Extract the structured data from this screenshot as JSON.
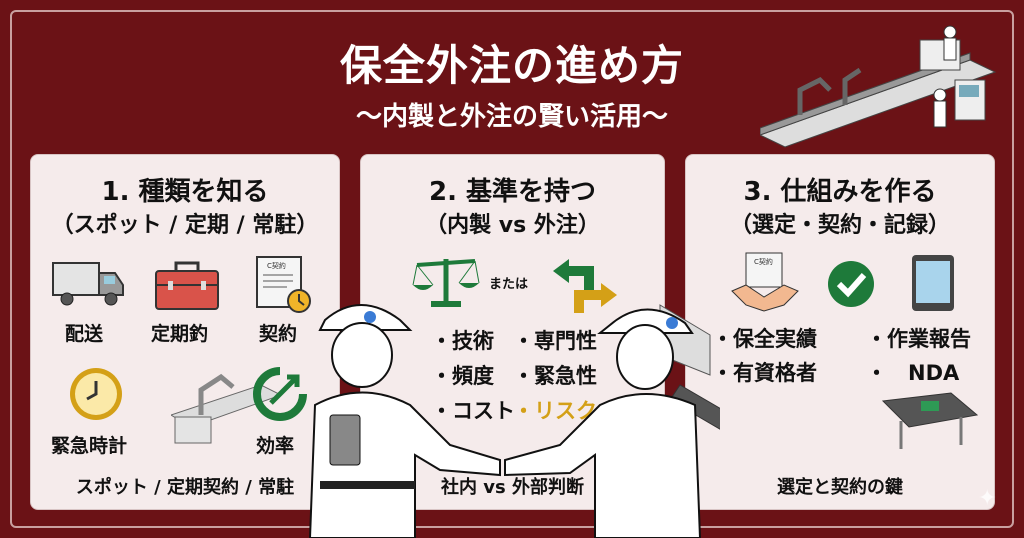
{
  "header": {
    "title": "保全外注の進め方",
    "subtitle": "〜内製と外注の賢い活用〜"
  },
  "panels": [
    {
      "heading": "1. 種類を知る",
      "subheading": "（スポット / 定期 / 常駐）",
      "items": [
        "配送",
        "定期釣",
        "契約",
        "緊急時計",
        "効率"
      ],
      "footer": "スポット / 定期契約 / 常駐"
    },
    {
      "heading": "2. 基準を持つ",
      "subheading": "（内製 vs 外注）",
      "connector": "または",
      "bullets": [
        [
          "・技術",
          "・専門性"
        ],
        [
          "・頻度",
          "・緊急性"
        ],
        [
          "・コスト",
          "・リスク"
        ]
      ],
      "footer": "社内 vs 外部判断"
    },
    {
      "heading": "3. 仕組みを作る",
      "subheading": "（選定・契約・記録）",
      "bullets_left": [
        "・保全実績",
        "・有資格者"
      ],
      "bullets_right": [
        "・作業報告",
        "・　NDA"
      ],
      "footer": "選定と契約の鍵"
    }
  ],
  "icon_text": {
    "contract_doc": "C契約"
  },
  "colors": {
    "background": "#6b1216",
    "panel": "#f5ebeb",
    "accent_gold": "#d4a017",
    "green": "#1e7a3a"
  }
}
